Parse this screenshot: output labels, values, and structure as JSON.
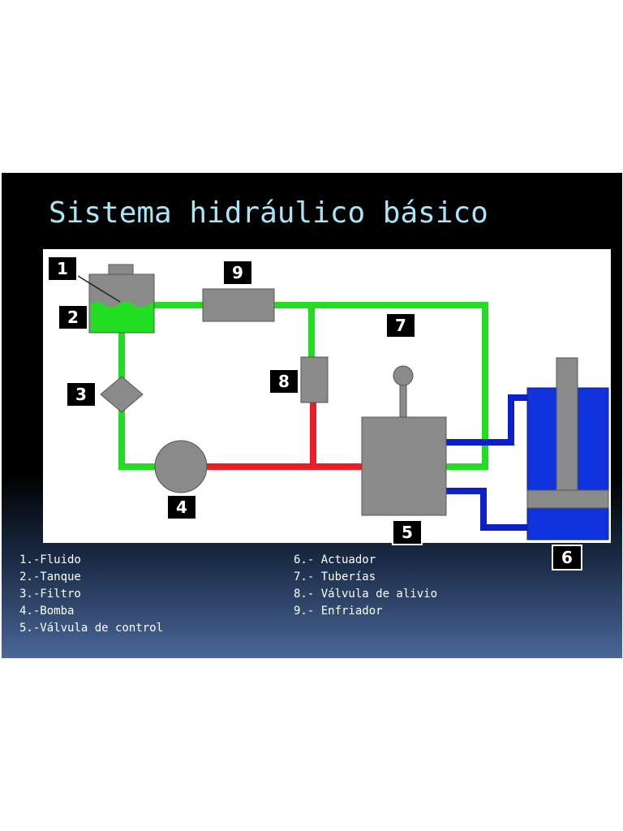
{
  "title": "Sistema hidráulico básico",
  "diagram": {
    "labels": {
      "tank_cap": "1",
      "tank": "2",
      "filter": "3",
      "pump": "4",
      "control_valve": "5",
      "actuator": "6",
      "pipes": "7",
      "relief_valve": "8",
      "cooler": "9"
    },
    "colors": {
      "return_line": "#22dd22",
      "pressure_line": "#ee1c24",
      "actuator_line": "#0b20cc",
      "fluid": "#22dd22",
      "component": "#8a8a8a",
      "actuator_body": "#1133dd"
    }
  },
  "legend": {
    "left": [
      "1.-Fluido",
      "2.-Tanque",
      "3.-Filtro",
      "4.-Bomba",
      "5.-Válvula de control"
    ],
    "right": [
      "6.- Actuador",
      "7.- Tuberías",
      "8.- Válvula de alivio",
      "9.- Enfriador"
    ]
  }
}
